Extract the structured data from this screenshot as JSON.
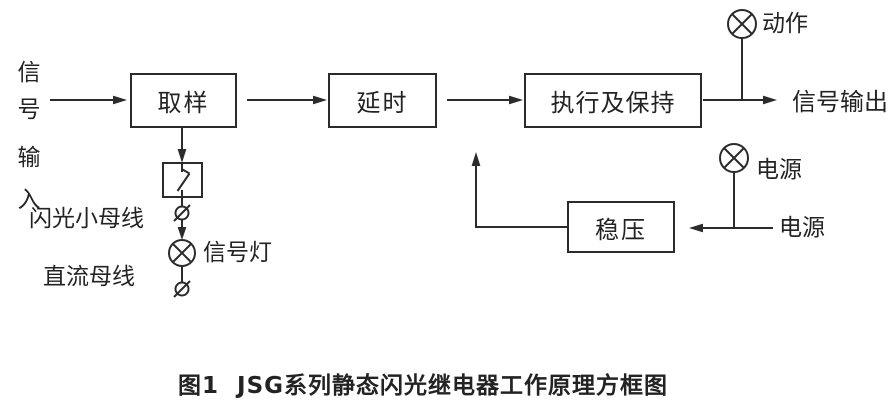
{
  "diagram": {
    "input": {
      "chars": [
        "信",
        "号",
        "输",
        "入"
      ]
    },
    "boxes": {
      "sampling": {
        "label": "取样"
      },
      "delay": {
        "label": "延时"
      },
      "execute_hold": {
        "label": "执行及保持"
      },
      "regulator": {
        "label": "稳压"
      }
    },
    "lamps": {
      "action": {
        "label": "动作",
        "symbol": "crossed-circle-lamp"
      },
      "power": {
        "label": "电源",
        "symbol": "crossed-circle-lamp"
      },
      "signal": {
        "label": "信号灯",
        "symbol": "crossed-circle-lamp"
      }
    },
    "labels": {
      "signal_output": "信号输出",
      "power_source": "电源",
      "flash_small_bus": "闪光小母线",
      "dc_bus": "直流母线"
    },
    "caption": "图1  JSG系列静态闪光继电器工作原理方框图",
    "colors": {
      "line": "#2b2b2b",
      "text": "#232323",
      "background": "#ffffff"
    }
  }
}
